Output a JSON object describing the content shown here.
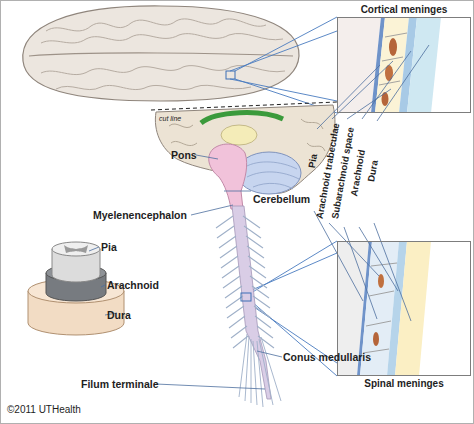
{
  "diagram": {
    "nodes": [
      {
        "text": [
          "Cortical meninges"
        ]
      },
      {
        "text": [
          "Spinal meninges"
        ]
      }
    ],
    "labels": [
      "cut line",
      "Pons",
      "Cerebellum",
      "Myelenencephalon",
      "Pia",
      "Arachnoid",
      "Dura",
      "Pia",
      "Arachnoid trabeculae",
      "Subarachnoid space",
      "Arachnoid",
      "Dura",
      "Conus medullaris",
      "Filum terminale",
      "©2011 UTHealth"
    ]
  }
}
